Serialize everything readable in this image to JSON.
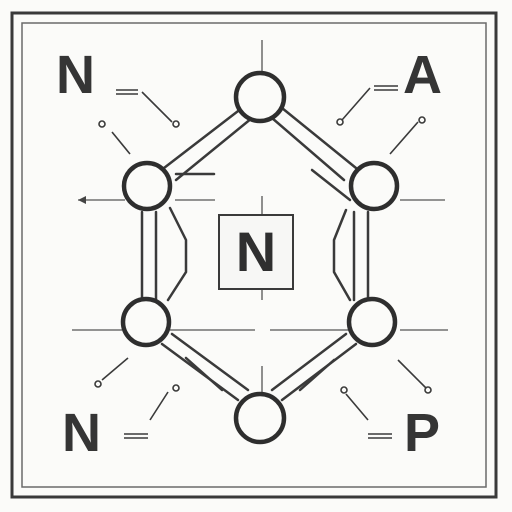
{
  "diagram": {
    "corner_labels": {
      "top_left": "N",
      "top_right": "A",
      "bottom_left": "N",
      "bottom_right": "P"
    },
    "center_label": "N",
    "line_color": "#3a3a3a",
    "background": "#fbfbf9"
  }
}
